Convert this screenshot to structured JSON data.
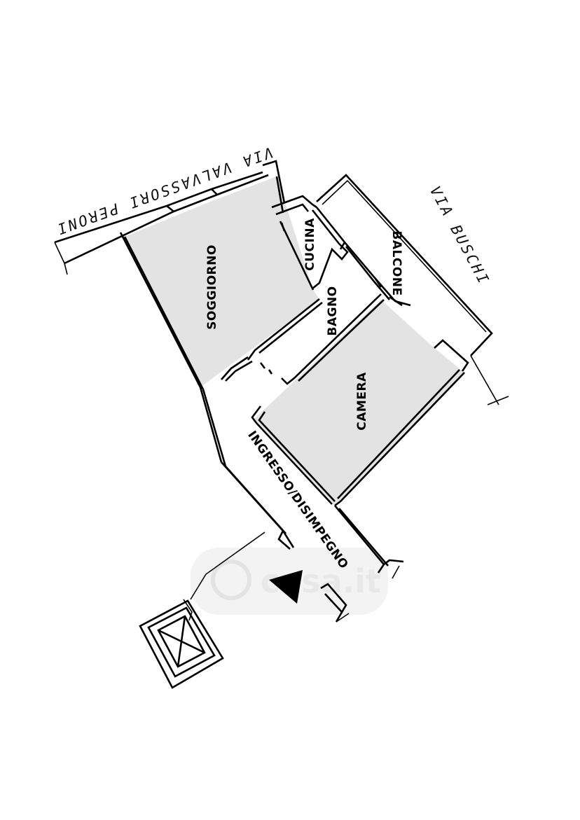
{
  "streets": {
    "top": "VIA VALVASSORI PERONI",
    "right": "VIA BUSCHI"
  },
  "rooms": {
    "soggiorno": "SOGGIORNO",
    "cucina": "CUCINA",
    "bagno": "BAGNO",
    "balcone": "BALCONE",
    "camera": "CAMERA",
    "ingresso": "INGRESSO/DISIMPEGNO"
  },
  "watermark": {
    "text": "casa.it"
  },
  "colors": {
    "room_fill": "#e3e3e3",
    "wall": "#000000",
    "background": "#ffffff"
  }
}
